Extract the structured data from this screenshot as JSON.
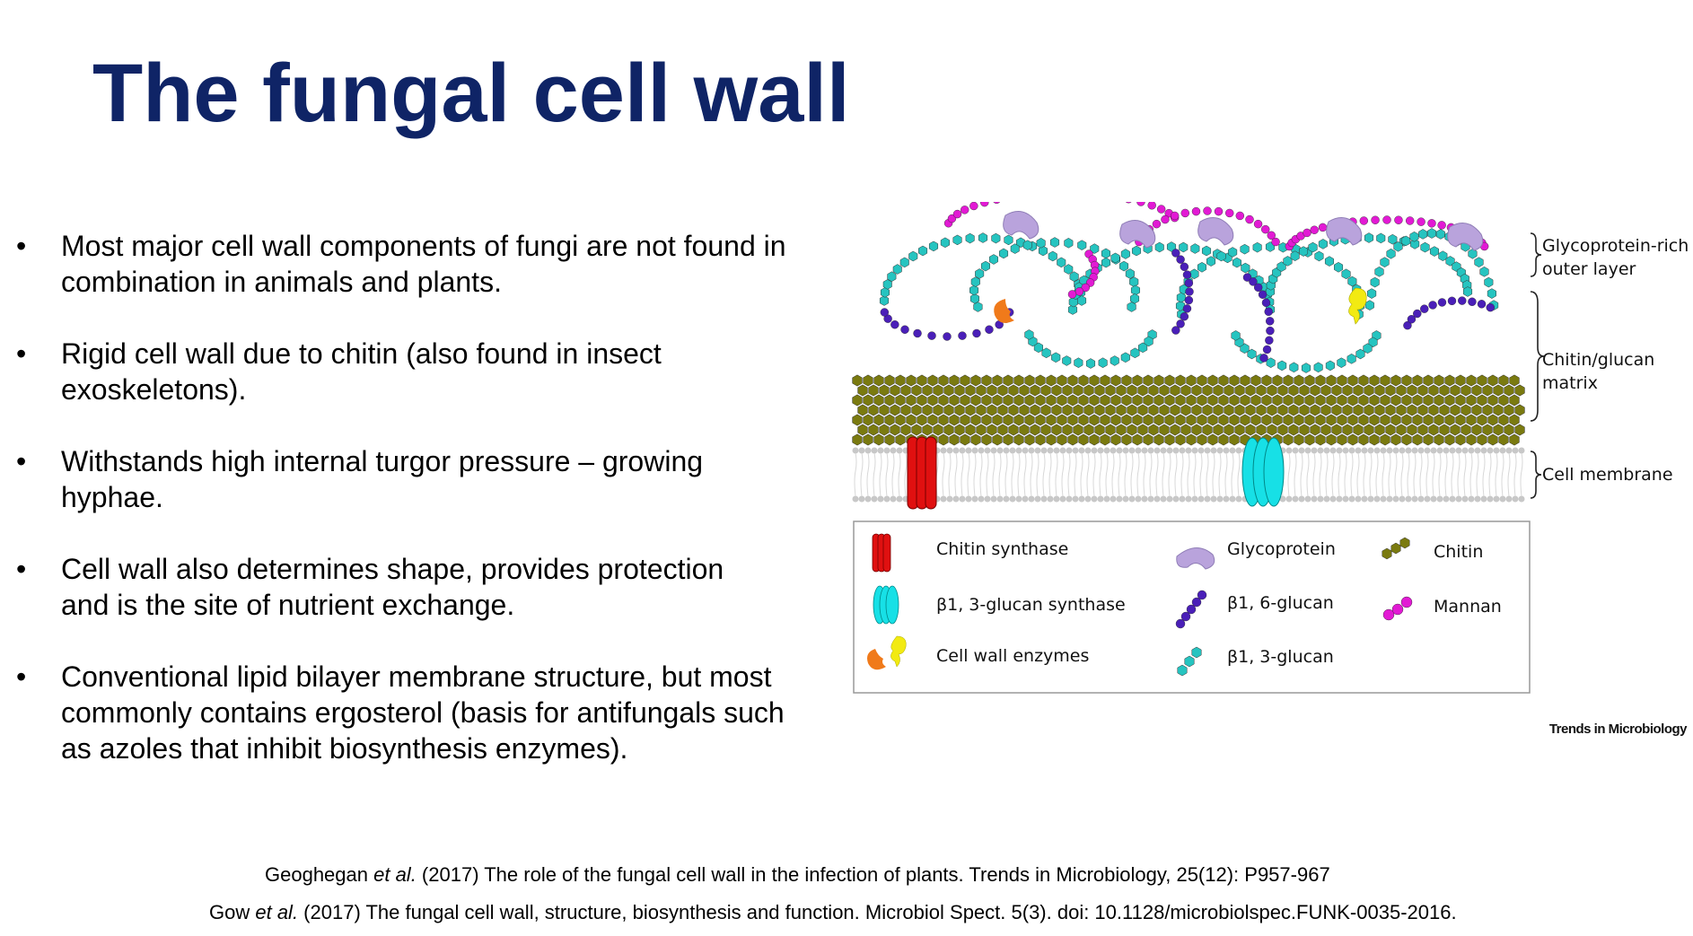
{
  "title": "The fungal cell wall",
  "bullets": [
    {
      "marker": "•",
      "text": "Most major cell wall components of fungi are not found in combination in animals and plants."
    },
    {
      "marker": "•",
      "text": "Rigid cell wall due to chitin (also found in insect exoskeletons)."
    },
    {
      "marker": "•",
      "text": "Withstands high internal turgor pressure – growing hyphae."
    },
    {
      "marker": "•",
      "text": "Cell wall also determines shape, provides protection and is the site of nutrient exchange."
    },
    {
      "marker": "•",
      "text": "Conventional lipid bilayer membrane structure, but most commonly contains ergosterol (basis for antifungals such as azoles that inhibit biosynthesis enzymes)."
    }
  ],
  "diagram": {
    "layer_labels": {
      "outer_line1": "Glycoprotein-rich",
      "outer_line2": "outer layer",
      "matrix_line1": "Chitin/glucan",
      "matrix_line2": "matrix",
      "membrane": "Cell membrane"
    },
    "legend": {
      "chitin_synthase": "Chitin synthase",
      "glucan_synthase": "β1, 3-glucan synthase",
      "cell_wall_enzymes": "Cell wall enzymes",
      "glycoprotein": "Glycoprotein",
      "b16_glucan": "β1, 6-glucan",
      "b13_glucan": "β1, 3-glucan",
      "chitin": "Chitin",
      "mannan": "Mannan"
    },
    "source_credit": "Trends in Microbiology",
    "colors": {
      "chitin": "#7a7a10",
      "b13_glucan": "#26c4c0",
      "b16_glucan": "#4a1fb8",
      "mannan": "#e21ad4",
      "glycoprotein": "#b9a3dc",
      "chitin_synthase": "#e01010",
      "glucan_synthase": "#17e0e6",
      "enzyme_orange": "#f07a1a",
      "enzyme_yellow": "#f2ea12",
      "membrane": "#c8c8c8"
    }
  },
  "references": {
    "ref1_author": "Geoghegan ",
    "ref1_etal": "et al.",
    "ref1_rest": " (2017) The role of the fungal cell wall in the infection of plants. Trends in Microbiology, 25(12): P957-967",
    "ref2_author": "Gow ",
    "ref2_etal": "et al.",
    "ref2_rest": " (2017) The fungal cell wall, structure, biosynthesis and function. Microbiol Spect. 5(3). doi: 10.1128/microbiolspec.FUNK-0035-2016."
  }
}
